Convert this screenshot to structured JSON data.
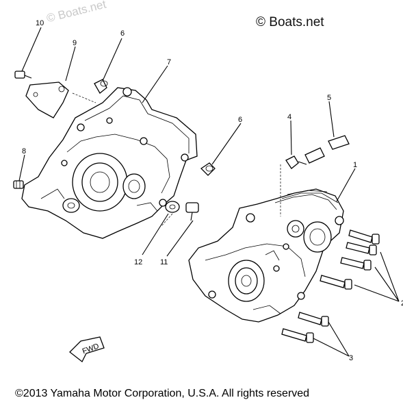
{
  "watermark": "© Boats.net",
  "watermark_faint": "© Boats.net",
  "copyright": "©2013 Yamaha Motor Corporation, U.S.A. All rights reserved",
  "fwd_label": "FWD",
  "callouts": [
    "1",
    "2",
    "3",
    "4",
    "5",
    "6",
    "6",
    "7",
    "8",
    "9",
    "10",
    "11",
    "12"
  ]
}
